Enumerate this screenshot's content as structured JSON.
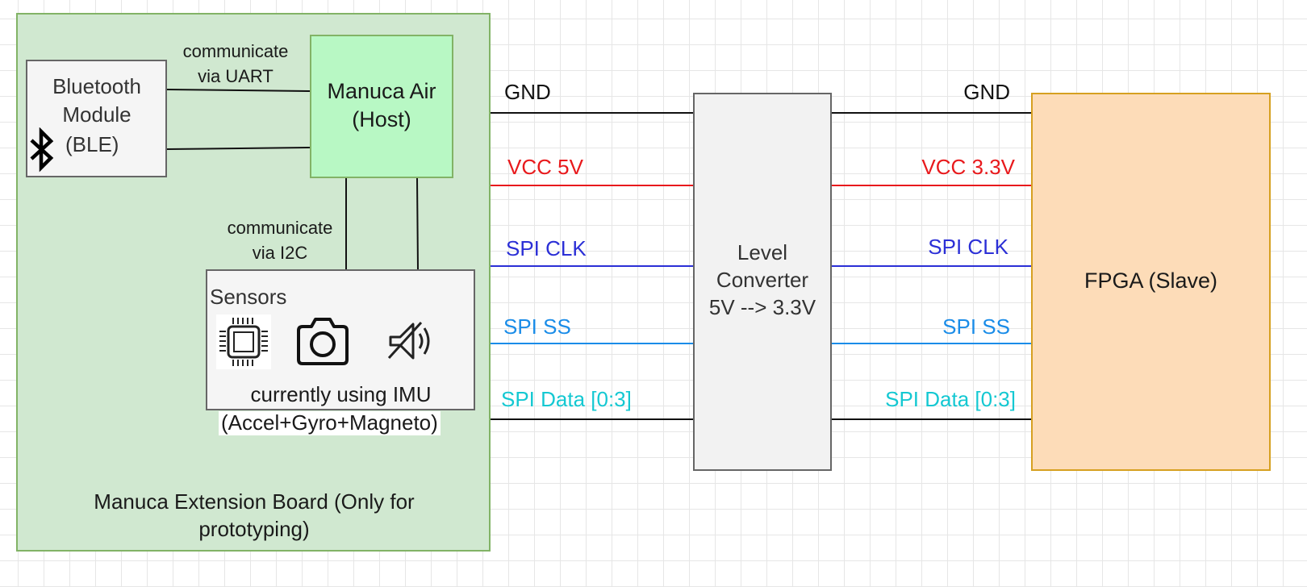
{
  "extension_board": {
    "label": "Manuca Extension Board (Only for prototyping)"
  },
  "bluetooth": {
    "label_line1": "Bluetooth",
    "label_line2": "Module",
    "label_line3": "(BLE)",
    "icon": "bluetooth-icon"
  },
  "host": {
    "label_line1": "Manuca Air",
    "label_line2": "(Host)"
  },
  "uart_note": {
    "line1": "communicate",
    "line2": "via UART"
  },
  "i2c_note": {
    "line1": "communicate",
    "line2": "via I2C"
  },
  "sensors": {
    "title": "Sensors",
    "icons": [
      "chip-icon",
      "camera-icon",
      "speaker-icon"
    ],
    "caption_line1": "currently using IMU",
    "caption_line2": "(Accel+Gyro+Magneto)"
  },
  "level_converter": {
    "line1": "Level",
    "line2": "Converter",
    "line3": "5V --> 3.3V"
  },
  "fpga": {
    "label": "FPGA (Slave)"
  },
  "signals_left": [
    "GND",
    "VCC 5V",
    "SPI CLK",
    "SPI SS",
    "SPI Data [0:3]"
  ],
  "signals_right": [
    "GND",
    "VCC 3.3V",
    "SPI CLK",
    "SPI SS",
    "SPI Data [0:3]"
  ],
  "colors": {
    "gnd": "#000000",
    "vcc": "#e8191c",
    "spi_clk": "#2b2fd6",
    "spi_ss": "#1a8ce8",
    "spi_data": "#14c8d2",
    "board_fill": "#d0e8d0",
    "board_border": "#82b366",
    "host_fill": "#b8f8c4",
    "fpga_fill": "#fddcb8",
    "fpga_border": "#d6a020"
  }
}
